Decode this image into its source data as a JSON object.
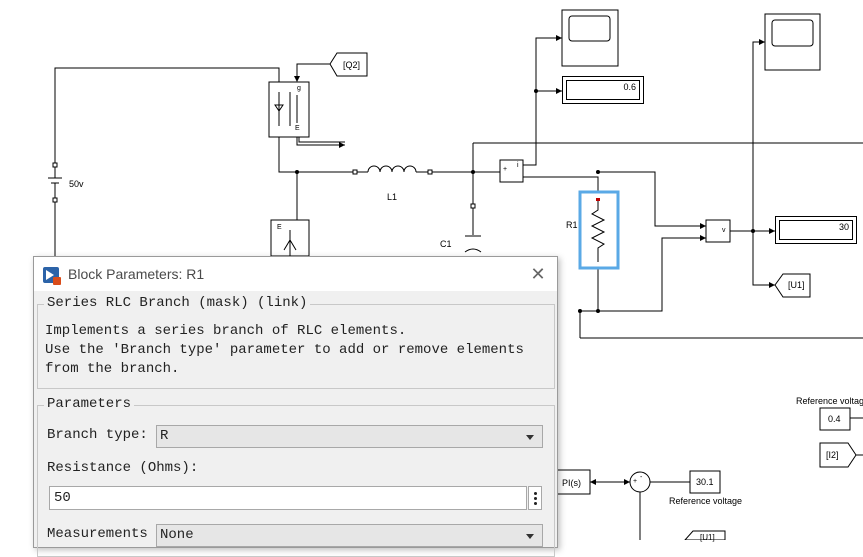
{
  "diagram": {
    "blocks": {
      "q2_tag": "[Q2]",
      "source_label": "50v",
      "inductor_label": "L1",
      "capacitor_label": "C1",
      "resistor_label": "R1",
      "display1_value": "0.6",
      "display2_value": "30",
      "u1_tag": "[U1]",
      "ref_value_04": "0.4",
      "i2_tag": "[I2]",
      "ref_voltage_value": "30.1",
      "ref_voltage_label": "Reference voltage",
      "ref_voltage_label_top": "Reference voltag",
      "pi_label": "PI(s)",
      "u1_tag_bottom": "[U1]",
      "mosfet_g": "g",
      "mosfet_e": "E",
      "diode_e": "E",
      "sum_plus": "+",
      "sum_minus": "-",
      "meter_v": "v",
      "plus_sign": "+",
      "i_sign": "i"
    }
  },
  "dialog": {
    "title": "Block Parameters: R1",
    "close_label": "✕",
    "mask_group_title": "Series RLC Branch (mask) (link)",
    "description": "Implements a series branch of RLC elements.\nUse the 'Branch type' parameter to add or remove elements\nfrom the branch.",
    "params_group_title": "Parameters",
    "branch_type_label": "Branch type:",
    "branch_type_value": "R",
    "resistance_label": "Resistance (Ohms):",
    "resistance_value": "50",
    "measurements_label": "Measurements",
    "measurements_value": "None"
  },
  "colors": {
    "selection_blue": "#5aa9e6",
    "wire": "#000000",
    "port_red": "#c00000"
  }
}
